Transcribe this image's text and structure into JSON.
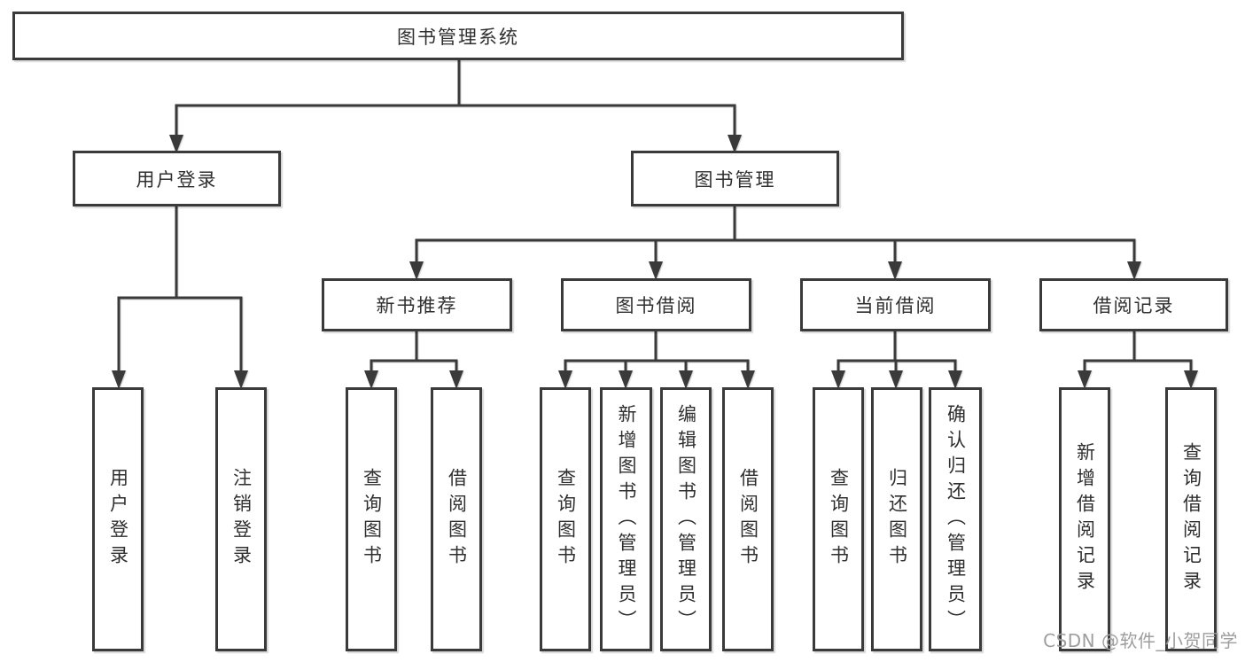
{
  "diagram_type": "hierarchy-tree",
  "colors": {
    "background": "#ffffff",
    "box_fill": "#ffffff",
    "box_border": "#3a3a3a",
    "line": "#3a3a3a",
    "text": "#2f2f2f",
    "watermark": "#9e9e9e"
  },
  "watermark": {
    "text": "CSDN @软件_小贺同学"
  },
  "hierarchy": {
    "label": "图书管理系统",
    "children": [
      {
        "label": "用户登录",
        "children": [
          {
            "label": "用户登录"
          },
          {
            "label": "注销登录"
          }
        ]
      },
      {
        "label": "图书管理",
        "children": [
          {
            "label": "新书推荐",
            "children": [
              {
                "label": "查询图书"
              },
              {
                "label": "借阅图书"
              }
            ]
          },
          {
            "label": "图书借阅",
            "children": [
              {
                "label": "查询图书"
              },
              {
                "label": "新增图书（管理员）"
              },
              {
                "label": "编辑图书（管理员）"
              },
              {
                "label": "借阅图书"
              }
            ]
          },
          {
            "label": "当前借阅",
            "children": [
              {
                "label": "查询图书"
              },
              {
                "label": "归还图书"
              },
              {
                "label": "确认归还（管理员）"
              }
            ]
          },
          {
            "label": "借阅记录",
            "children": [
              {
                "label": "新增借阅记录"
              },
              {
                "label": "查询借阅记录"
              }
            ]
          }
        ]
      }
    ]
  }
}
